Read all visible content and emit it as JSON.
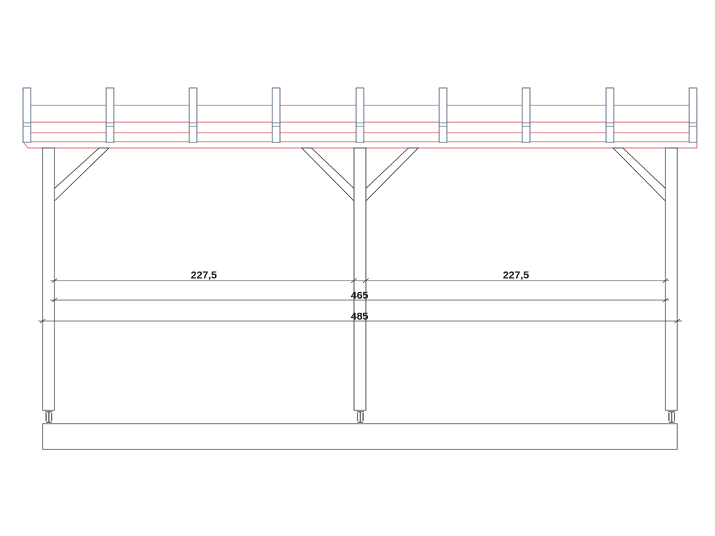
{
  "drawing": {
    "dimensions": {
      "left_span": "227,5",
      "right_span": "227,5",
      "inner_span": "465",
      "outer_span": "485"
    }
  },
  "colors": {
    "line": "#333333",
    "rafter_line": "#e05050",
    "rafter_fill": "#ffffff",
    "background": "#ffffff"
  }
}
